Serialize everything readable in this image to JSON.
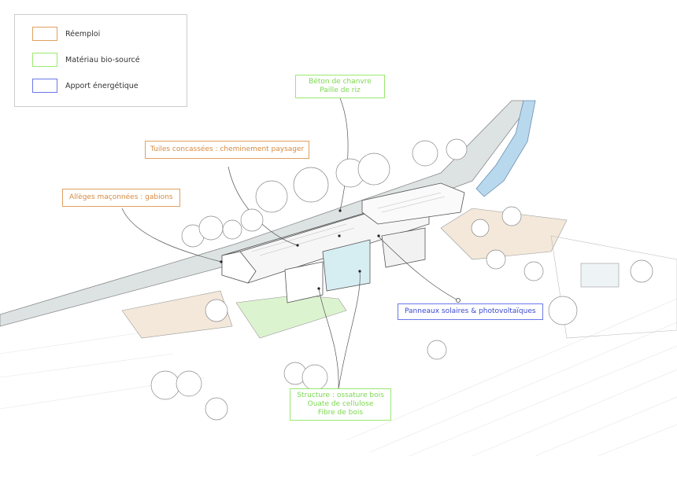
{
  "legend": {
    "items": [
      {
        "label": "Réemploi",
        "color": "#e0a060"
      },
      {
        "label": "Matériau bio-sourcé",
        "color": "#9ae870"
      },
      {
        "label": "Apport énergétique",
        "color": "#6a78e8"
      }
    ]
  },
  "annotations": {
    "beton": {
      "line1": "Béton de chanvre",
      "line2": "Paille de riz"
    },
    "tuiles": {
      "text": "Tuiles concassées : cheminement paysager"
    },
    "allieges": {
      "text": "Allèges maçonnées : gabions"
    },
    "panneaux": {
      "text": "Panneaux solaires & photovoltaïques"
    },
    "structure": {
      "line1": "Structure : ossature bois",
      "line2": "Ouate de cellulose",
      "line3": "Fibre de bois"
    }
  }
}
